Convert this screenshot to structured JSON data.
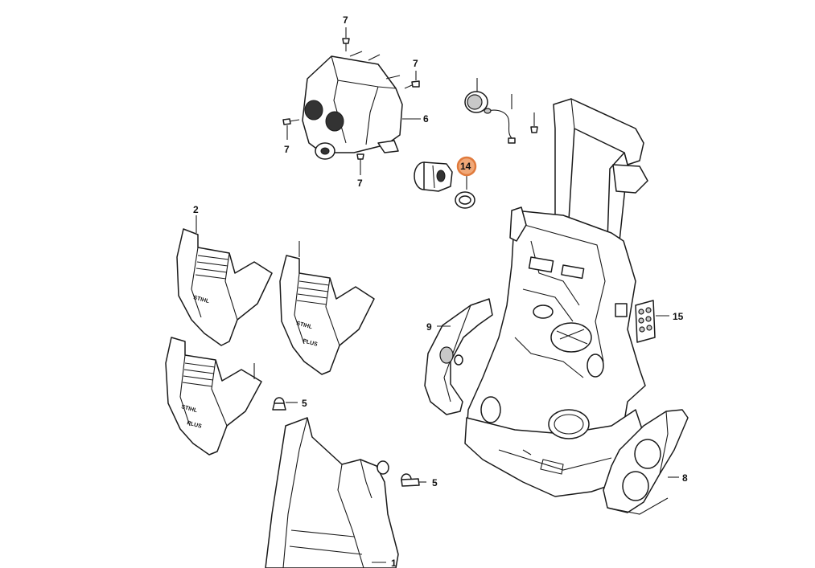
{
  "callouts": {
    "c7a": "7",
    "c7b": "7",
    "c7c": "7",
    "c7d": "7",
    "c6": "6",
    "c14": "14",
    "c2": "2",
    "c9": "9",
    "c15": "15",
    "c5a": "5",
    "c5b": "5",
    "c8": "8",
    "c1": "1"
  },
  "logos": {
    "brand": "STIHL",
    "plus": "PLUS"
  },
  "colors": {
    "highlight_fill": "#f0a878",
    "highlight_stroke": "#e07a3c",
    "line": "#1a1a1a"
  }
}
